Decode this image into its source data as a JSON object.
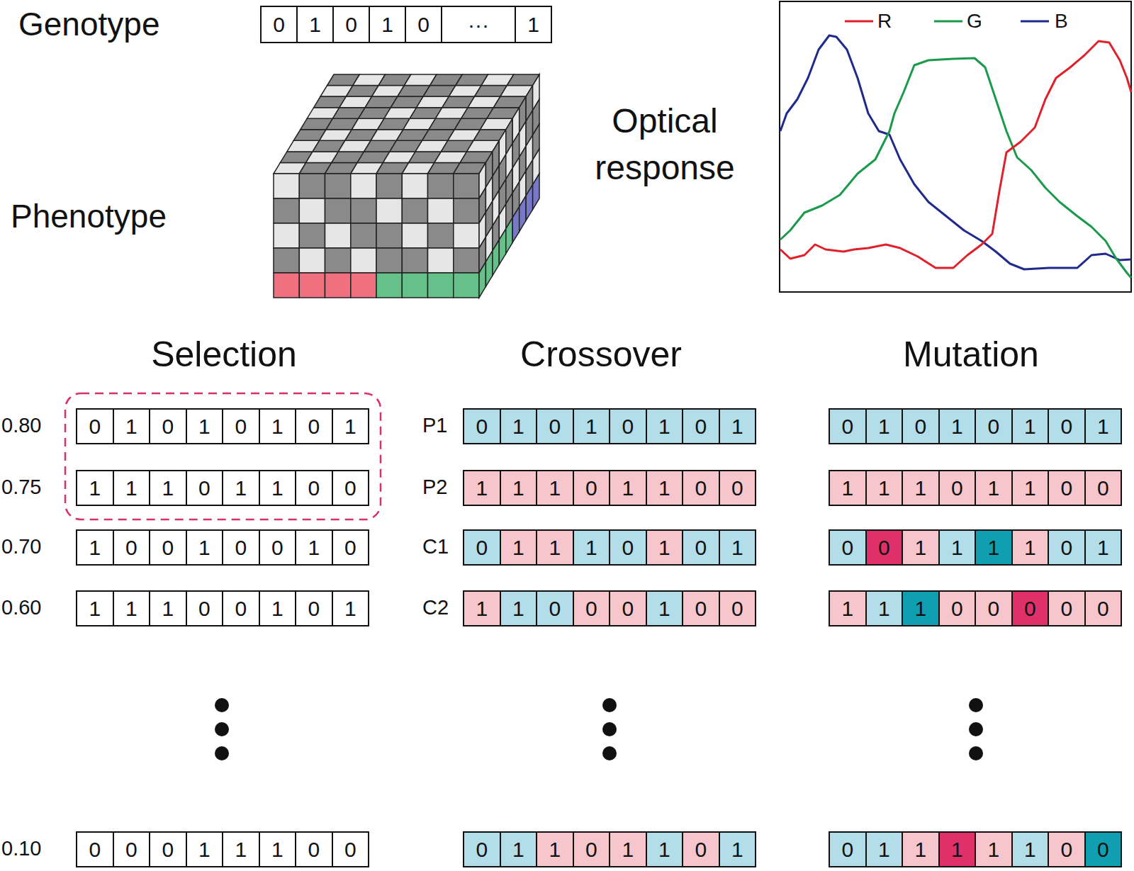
{
  "diagram": {
    "labels": [
      "Genotype",
      "0",
      "1",
      "0",
      "1",
      "0",
      "···",
      "1",
      "Phenotype",
      "Optical response",
      "Selection",
      "Crossover",
      "Mutation",
      "0.80",
      "0",
      "1",
      "0",
      "1",
      "0",
      "1",
      "0",
      "1",
      "P1",
      "0",
      "1",
      "0",
      "1",
      "0",
      "1",
      "0",
      "1",
      "0",
      "1",
      "0",
      "1",
      "0",
      "1",
      "0",
      "1",
      "0.75",
      "1",
      "1",
      "1",
      "0",
      "1",
      "1",
      "0",
      "0",
      "P2",
      "1",
      "1",
      "1",
      "0",
      "1",
      "1",
      "0",
      "0",
      "1",
      "1",
      "1",
      "0",
      "1",
      "1",
      "0",
      "0",
      "0.70",
      "1",
      "0",
      "0",
      "1",
      "0",
      "0",
      "1",
      "0",
      "C1",
      "0",
      "1",
      "1",
      "1",
      "0",
      "1",
      "0",
      "1",
      "0",
      "0",
      "1",
      "1",
      "1",
      "1",
      "0",
      "1",
      "0.60",
      "1",
      "1",
      "1",
      "0",
      "0",
      "1",
      "0",
      "1",
      "C2",
      "1",
      "1",
      "0",
      "0",
      "0",
      "1",
      "0",
      "0",
      "1",
      "1",
      "1",
      "0",
      "0",
      "0",
      "0",
      "0",
      "0.10",
      "0",
      "0",
      "0",
      "1",
      "1",
      "1",
      "0",
      "0",
      "0",
      "1",
      "1",
      "0",
      "1",
      "1",
      "0",
      "1",
      "0",
      "1",
      "1",
      "1",
      "1",
      "1",
      "0",
      "0"
    ],
    "legend": [
      {
        "text": "R"
      },
      {
        "text": "G"
      },
      {
        "text": "B"
      }
    ]
  }
}
